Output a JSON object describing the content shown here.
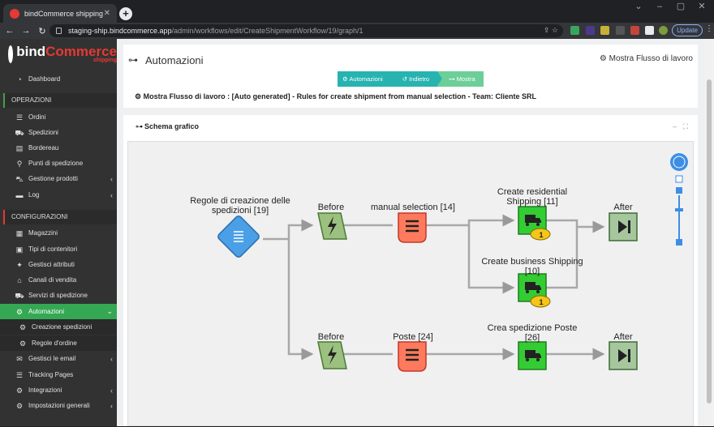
{
  "browser": {
    "tab_title": "bindCommerce shipping",
    "tab_close": "✕",
    "new_tab": "+",
    "url_host": "staging-ship.bindcommerce.app",
    "url_path": "/admin/workflows/edit/CreateShipmentWorkflow/19/graph/1",
    "update_label": "Update"
  },
  "brand": {
    "name_a": "bind",
    "name_b": "Commerce",
    "sub": "shipping"
  },
  "sidebar": {
    "dashboard": "Dashboard",
    "section_operations": "OPERAZIONI",
    "operations": [
      "Ordini",
      "Spedizioni",
      "Bordereau",
      "Punti di spedizione",
      "Gestione prodotti",
      "Log"
    ],
    "section_config": "CONFIGURAZIONI",
    "config": [
      "Magazzini",
      "Tipi di contenitori",
      "Gestisci attributi",
      "Canali di vendita",
      "Servizi di spedizione"
    ],
    "active": "Automazioni",
    "sub_items": [
      "Creazione spedizioni",
      "Regole d'ordine"
    ],
    "after": [
      "Gestisci le email",
      "Tracking Pages",
      "Integrazioni",
      "Impostazioni generali"
    ]
  },
  "header": {
    "title": "Automazioni",
    "action": "Mostra Flusso di lavoro",
    "breadcrumbs": [
      "Automazioni",
      "Indietro",
      "Mostra"
    ],
    "subtitle": "Mostra Flusso di lavoro : [Auto generated] - Rules for create shipment from manual selection - Team: Cliente SRL"
  },
  "graph": {
    "title": "Schema grafico",
    "start_label_1": "Regole di creazione delle",
    "start_label_2": "spedizioni [19]",
    "before_label": "Before",
    "manual_label": "manual selection [14]",
    "poste_label": "Poste [24]",
    "residential_label_1": "Create residential",
    "residential_label_2": "Shipping [11]",
    "business_label_1": "Create business Shipping",
    "business_label_2": "[10]",
    "poste_ship_label_1": "Crea spedizione Poste",
    "poste_ship_label_2": "[26]",
    "after_label": "After",
    "badge": "1"
  },
  "colors": {
    "accent": "#34a853",
    "brand_red": "#e53935",
    "crumb_teal": "#27b3b0",
    "node_green": "#33cc33",
    "node_orange": "#ff7a5c",
    "node_blue": "#4a9fe6",
    "before_green": "#9bc07f",
    "after_green": "#a6c79e"
  }
}
